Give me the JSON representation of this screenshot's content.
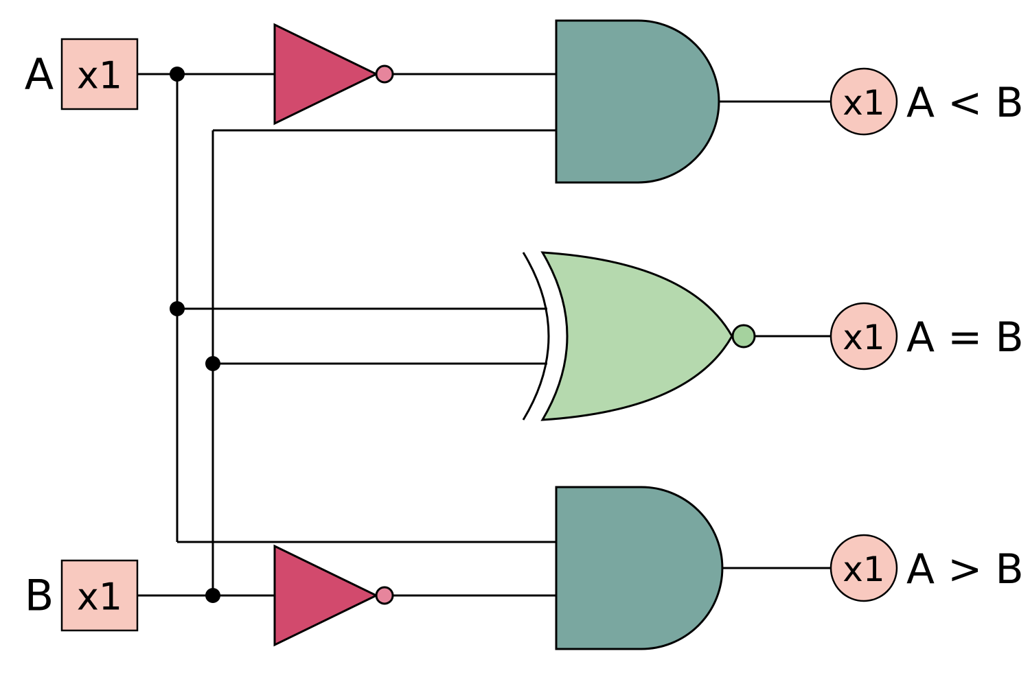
{
  "colors": {
    "background": "#ffffff",
    "wire": "#000000",
    "io_fill": "#f8c9bf",
    "not_fill": "#d24a6d",
    "not_bubble_fill": "#e6859c",
    "and_fill": "#7aa7a0",
    "xnor_fill": "#b5d9ae",
    "xnor_bubble_fill": "#a5d29e"
  },
  "inputs": [
    {
      "label": "A",
      "chip": "x1"
    },
    {
      "label": "B",
      "chip": "x1"
    }
  ],
  "gates": [
    {
      "type": "not"
    },
    {
      "type": "and"
    },
    {
      "type": "xnor"
    },
    {
      "type": "not"
    },
    {
      "type": "and"
    }
  ],
  "outputs": [
    {
      "chip": "x1",
      "label": "A < B"
    },
    {
      "chip": "x1",
      "label": "A = B"
    },
    {
      "chip": "x1",
      "label": "A > B"
    }
  ]
}
